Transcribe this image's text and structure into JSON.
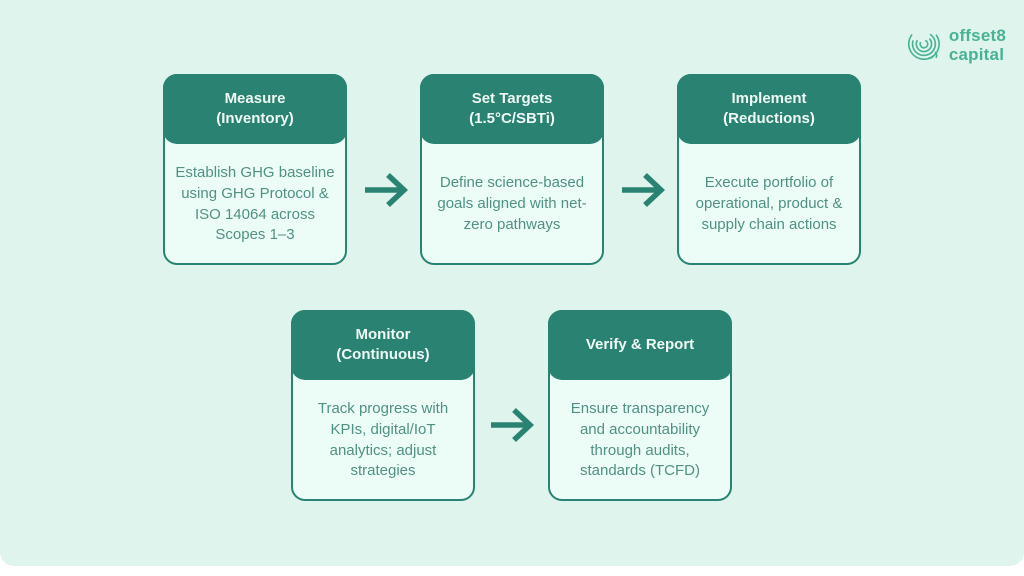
{
  "page": {
    "background_color": "#ffffff",
    "panel_color": "#def4ed"
  },
  "colors": {
    "teal_primary": "#2a8372",
    "card_body_bg": "#ecfdf7",
    "card_body_text": "#4f9184",
    "header_text": "#eff9f5",
    "logo_green": "#49b295"
  },
  "icons": {
    "logo_mark": "fingerprint-leaf-icon",
    "flow_arrow": "arrow-right"
  },
  "logo": {
    "line1": "offset8",
    "line2": "capital"
  },
  "cards": [
    {
      "id": "measure",
      "title_lines": [
        "Measure",
        "(Inventory)"
      ],
      "body": "Establish GHG baseline using GHG Protocol & ISO 14064 across Scopes 1–3"
    },
    {
      "id": "set-targets",
      "title_lines": [
        "Set Targets",
        "(1.5°C/SBTi)"
      ],
      "body": "Define science-based goals aligned with net-zero pathways"
    },
    {
      "id": "implement",
      "title_lines": [
        "Implement",
        "(Reductions)"
      ],
      "body": "Execute portfolio of operational, product & supply chain actions"
    },
    {
      "id": "monitor",
      "title_lines": [
        "Monitor",
        "(Continuous)"
      ],
      "body": "Track progress with KPIs, digital/IoT analytics; adjust strategies"
    },
    {
      "id": "verify-report",
      "title_lines": [
        "Verify & Report"
      ],
      "body": "Ensure transparency and accountability through audits, standards (TCFD)"
    }
  ]
}
